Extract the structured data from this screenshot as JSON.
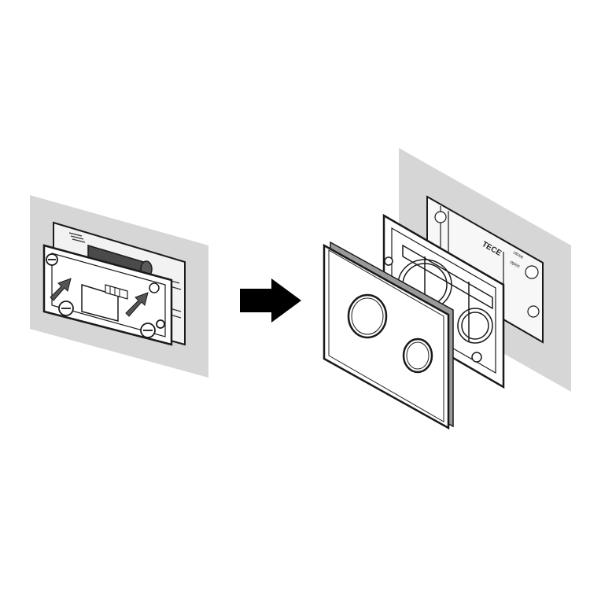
{
  "diagram": {
    "brand_label": "TECE",
    "mechanism_label": "open",
    "mechanism_label_2": "close",
    "colors": {
      "wall": "#d6d6d6",
      "outline": "#1a1a1a",
      "plate_face": "#ffffff",
      "shadow": "#9a9a9a",
      "arrow": "#000000"
    }
  }
}
